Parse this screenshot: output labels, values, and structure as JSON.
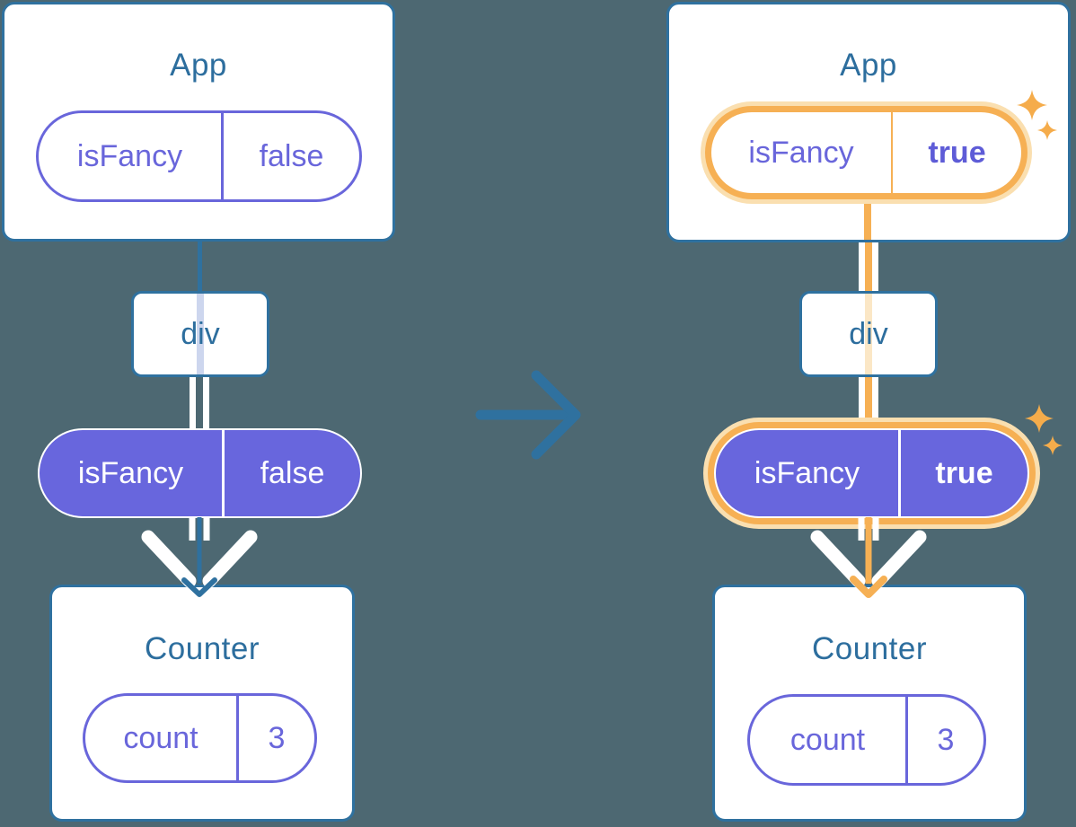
{
  "diagram_description": "React state preservation diagram: component tree before and after isFancy toggles from false to true",
  "panels": {
    "before": {
      "app": {
        "title": "App",
        "state_key": "isFancy",
        "state_value": "false"
      },
      "middle": {
        "label": "div"
      },
      "prop": {
        "key": "isFancy",
        "value": "false"
      },
      "counter": {
        "title": "Counter",
        "state_key": "count",
        "state_value": "3"
      }
    },
    "after": {
      "app": {
        "title": "App",
        "state_key": "isFancy",
        "state_value": "true"
      },
      "middle": {
        "label": "div"
      },
      "prop": {
        "key": "isFancy",
        "value": "true"
      },
      "counter": {
        "title": "Counter",
        "state_key": "count",
        "state_value": "3"
      }
    }
  },
  "colors": {
    "background": "#4D6872",
    "card_fill": "#FFFFFF",
    "steel_blue": "#2F719F",
    "purple": "#6966DB",
    "purple_pill_fill": "#6866DD",
    "purple_bold_text": "#5E5CD7",
    "highlight_orange": "#F6B054",
    "highlight_halo": "#FADFB0",
    "pale_lavender_line": "#CDD6EE",
    "pale_orange_line": "#FBE7C6"
  }
}
